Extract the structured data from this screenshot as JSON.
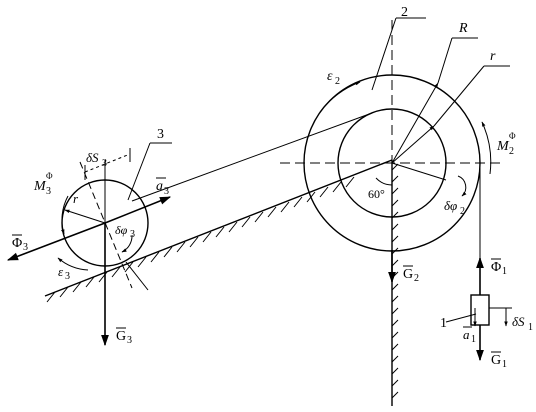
{
  "labels": {
    "body1": "1",
    "body2": "2",
    "body3": "3",
    "radius_R": "R",
    "radius_r2": "r",
    "radius_r3": "r",
    "angle": "60°"
  },
  "vectors": {
    "eps2": {
      "main": "ε",
      "sub": "2"
    },
    "eps3": {
      "main": "ε",
      "sub": "3"
    },
    "M2": {
      "main": "M",
      "sub": "2",
      "sup": "Φ"
    },
    "M3": {
      "main": "M",
      "sub": "3",
      "sup": "Φ"
    },
    "dphi2": {
      "main": "δφ",
      "sub": "2"
    },
    "dphi3": {
      "main": "δφ",
      "sub": "3"
    },
    "dS3": {
      "main": "δS",
      "sub": "3"
    },
    "dS1": {
      "main": "δS",
      "sub": "1"
    },
    "a3": {
      "main": "a",
      "sub": "3"
    },
    "a1": {
      "main": "a",
      "sub": "1"
    },
    "Phi3": {
      "main": "Φ",
      "sub": "3"
    },
    "Phi1": {
      "main": "Φ",
      "sub": "1"
    },
    "G1": {
      "main": "G",
      "sub": "1"
    },
    "G2": {
      "main": "G",
      "sub": "2"
    },
    "G3": {
      "main": "G",
      "sub": "3"
    }
  }
}
